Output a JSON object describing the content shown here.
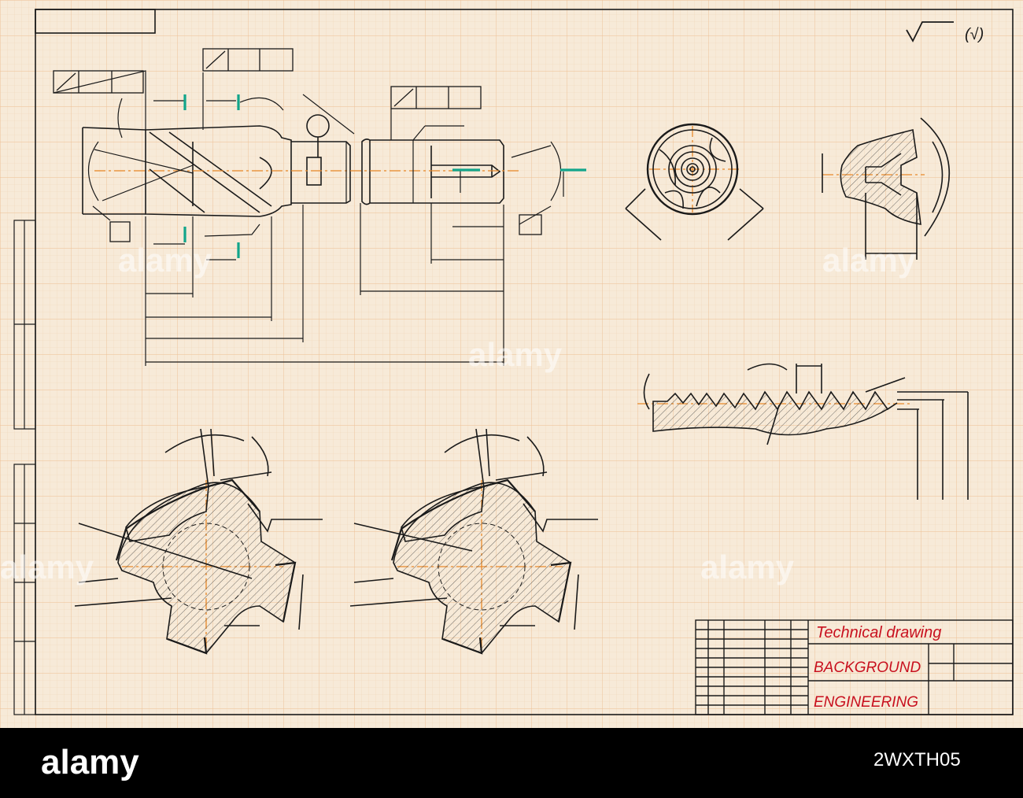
{
  "title_block": {
    "line1": "Technical drawing",
    "line2": "BACKGROUND",
    "line3": "ENGINEERING"
  },
  "roughness_symbol": {
    "check": "(√)"
  },
  "watermark": {
    "text": "alamy"
  },
  "footer": {
    "logo": "alamy",
    "code": "2WXTH05"
  },
  "colors": {
    "paper": "#f7ead8",
    "grid_minor": "#f1d9bd",
    "grid_major": "#ecc49a",
    "ink": "#1a1a1a",
    "centerline": "#e8892a",
    "highlight": "#12a58a",
    "title_red": "#c8101e"
  },
  "icons": [
    "surface-roughness-icon",
    "alamy-logo"
  ]
}
